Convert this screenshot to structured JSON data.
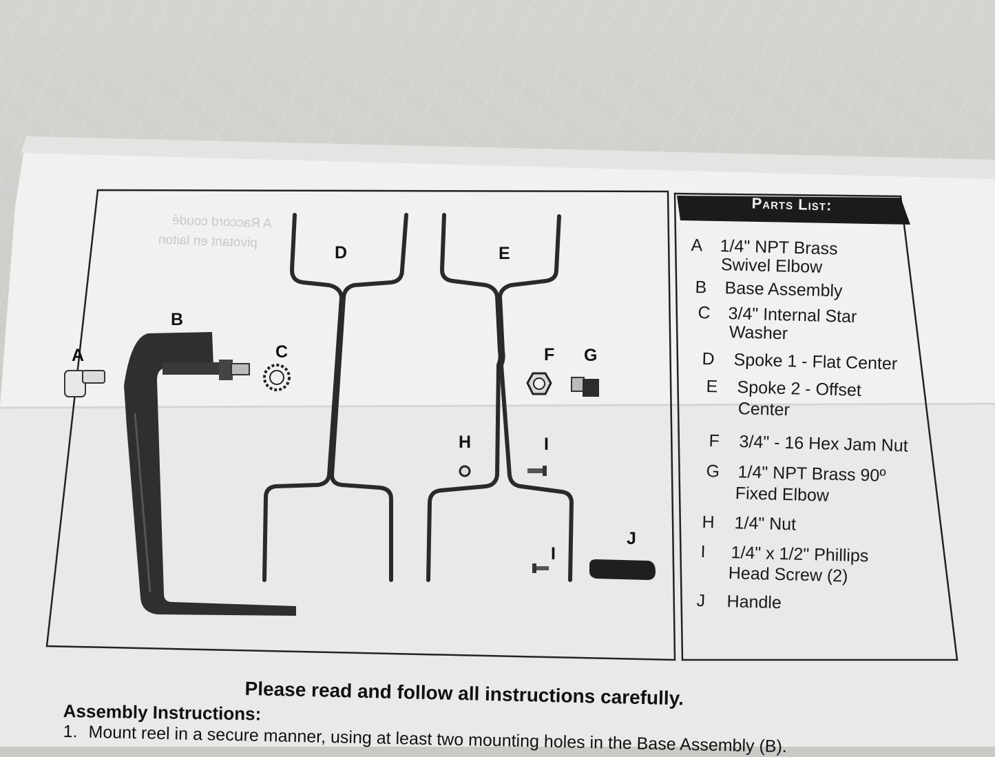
{
  "parts_list": {
    "header": "Parts List:",
    "items": [
      {
        "letter": "A",
        "lines": [
          "1/4\" NPT Brass",
          "Swivel Elbow"
        ]
      },
      {
        "letter": "B",
        "lines": [
          "Base Assembly"
        ]
      },
      {
        "letter": "C",
        "lines": [
          "3/4\" Internal Star",
          "Washer"
        ]
      },
      {
        "letter": "D",
        "lines": [
          "Spoke 1 - Flat Center"
        ]
      },
      {
        "letter": "E",
        "lines": [
          "Spoke 2 - Offset",
          "Center"
        ]
      },
      {
        "letter": "F",
        "lines": [
          "3/4\" - 16 Hex Jam Nut"
        ]
      },
      {
        "letter": "G",
        "lines": [
          "1/4\" NPT Brass 90º",
          "Fixed Elbow"
        ]
      },
      {
        "letter": "H",
        "lines": [
          "1/4\" Nut"
        ]
      },
      {
        "letter": "I",
        "lines": [
          "1/4\" x 1/2\" Phillips",
          "Head Screw (2)"
        ]
      },
      {
        "letter": "J",
        "lines": [
          "Handle"
        ]
      }
    ]
  },
  "diagram_labels": {
    "A": "A",
    "B": "B",
    "C": "C",
    "D": "D",
    "E": "E",
    "F": "F",
    "G": "G",
    "H": "H",
    "I": "I",
    "J": "J"
  },
  "instructions": {
    "notice": "Please read and follow all instructions carefully.",
    "title": "Assembly Instructions:",
    "step1_num": "1.",
    "step1_text": "Mount reel in a secure manner, using at least two mounting holes in the Base Assembly (B)."
  }
}
